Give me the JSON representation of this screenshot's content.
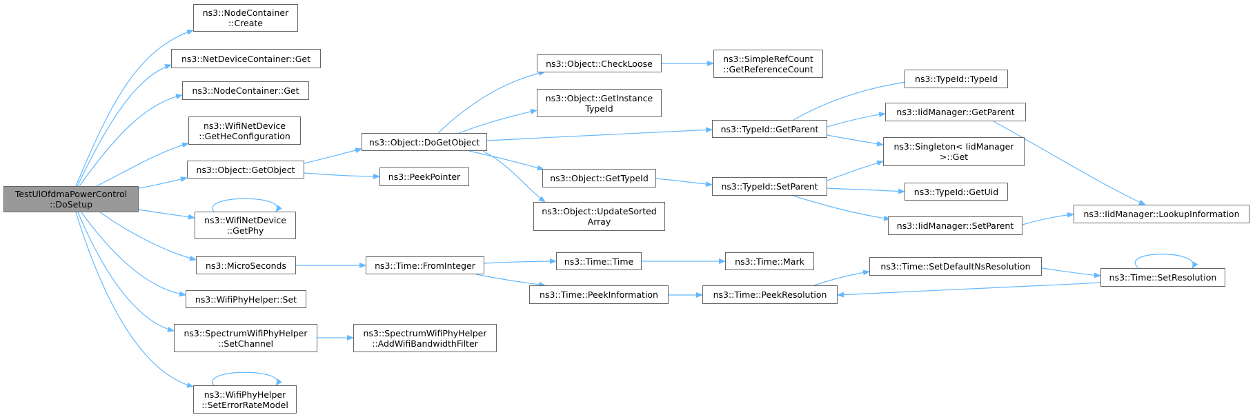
{
  "colors": {
    "edge": "#63b8ff",
    "node_border": "#666666",
    "node_fill": "#ffffff",
    "root_fill": "#999999"
  },
  "nodes": {
    "root": "TestUlOfdmaPowerControl\n::DoSetup",
    "nodecontainer_create": "ns3::NodeContainer\n::Create",
    "netdevicecontainer_get": "ns3::NetDeviceContainer::Get",
    "nodecontainer_get": "ns3::NodeContainer::Get",
    "wifinetdevice_gethe": "ns3::WifiNetDevice\n::GetHeConfiguration",
    "object_getobject": "ns3::Object::GetObject",
    "wifinetdevice_getphy": "ns3::WifiNetDevice\n::GetPhy",
    "microseconds": "ns3::MicroSeconds",
    "wifiphyhelper_set": "ns3::WifiPhyHelper::Set",
    "spectrum_setchannel": "ns3::SpectrumWifiPhyHelper\n::SetChannel",
    "wifiphyhelper_seterrorratemodel": "ns3::WifiPhyHelper\n::SetErrorRateModel",
    "object_dogetobject": "ns3::Object::DoGetObject",
    "peekpointer": "ns3::PeekPointer",
    "time_frominteger": "ns3::Time::FromInteger",
    "spectrum_addbwfilter": "ns3::SpectrumWifiPhyHelper\n::AddWifiBandwidthFilter",
    "object_checkloose": "ns3::Object::CheckLoose",
    "object_getinstancetypeid": "ns3::Object::GetInstance\nTypeId",
    "object_gettypeid": "ns3::Object::GetTypeId",
    "object_updatesortedarray": "ns3::Object::UpdateSorted\nArray",
    "time_time": "ns3::Time::Time",
    "time_peekinformation": "ns3::Time::PeekInformation",
    "simplerefcount_getreferencecount": "ns3::SimpleRefCount\n::GetReferenceCount",
    "typeid_getparent": "ns3::TypeId::GetParent",
    "typeid_setparent": "ns3::TypeId::SetParent",
    "time_mark": "ns3::Time::Mark",
    "time_peekresolution": "ns3::Time::PeekResolution",
    "typeid_typeid": "ns3::TypeId::TypeId",
    "iidmanager_getparent": "ns3::IidManager::GetParent",
    "singleton_get": "ns3::Singleton< IidManager\n>::Get",
    "typeid_getuid": "ns3::TypeId::GetUid",
    "iidmanager_setparent": "ns3::IidManager::SetParent",
    "time_setdefaultnsresolution": "ns3::Time::SetDefaultNsResolution",
    "iidmanager_lookupinformation": "ns3::IidManager::LookupInformation",
    "time_setresolution": "ns3::Time::SetResolution"
  }
}
